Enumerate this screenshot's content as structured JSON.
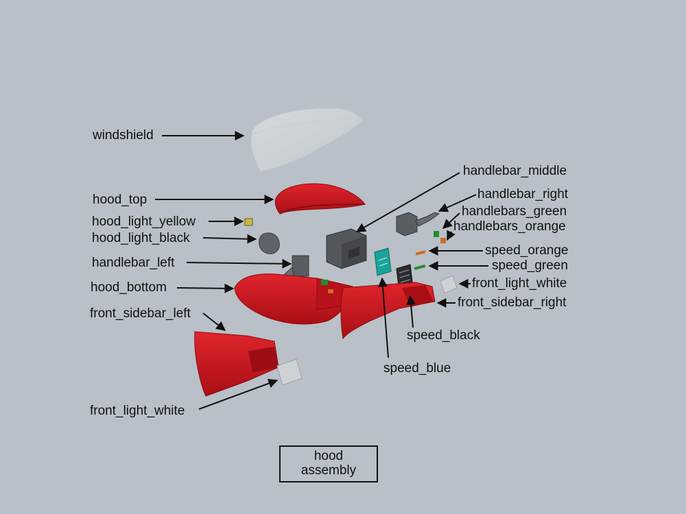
{
  "labels": {
    "windshield": "windshield",
    "hood_top": "hood_top",
    "hood_light_yellow": "hood_light_yellow",
    "hood_light_black": "hood_light_black",
    "handlebar_left": "handlebar_left",
    "hood_bottom": "hood_bottom",
    "front_sidebar_left": "front_sidebar_left",
    "front_light_white_left": "front_light_white",
    "handlebar_middle": "handlebar_middle",
    "handlebar_right": "handlebar_right",
    "handlebars_green": "handlebars_green",
    "handlebars_orange": "handlebars_orange",
    "speed_orange": "speed_orange",
    "speed_green": "speed_green",
    "front_light_white_right": "front_light_white",
    "front_sidebar_right": "front_sidebar_right",
    "speed_black": "speed_black",
    "speed_blue": "speed_blue"
  },
  "title": {
    "line1": "hood",
    "line2": "assembly"
  },
  "colors": {
    "background": "#b9c0c7",
    "red_part": "#c8161e",
    "red_dark": "#8f0d12",
    "gray_part": "#5a5d61",
    "windshield": "#d0d5da",
    "yellow": "#c9b93a",
    "green": "#1f8f2e",
    "orange": "#d06a20",
    "teal": "#1aa39a",
    "white_light": "#cfd2d4",
    "arrow": "#111111"
  }
}
